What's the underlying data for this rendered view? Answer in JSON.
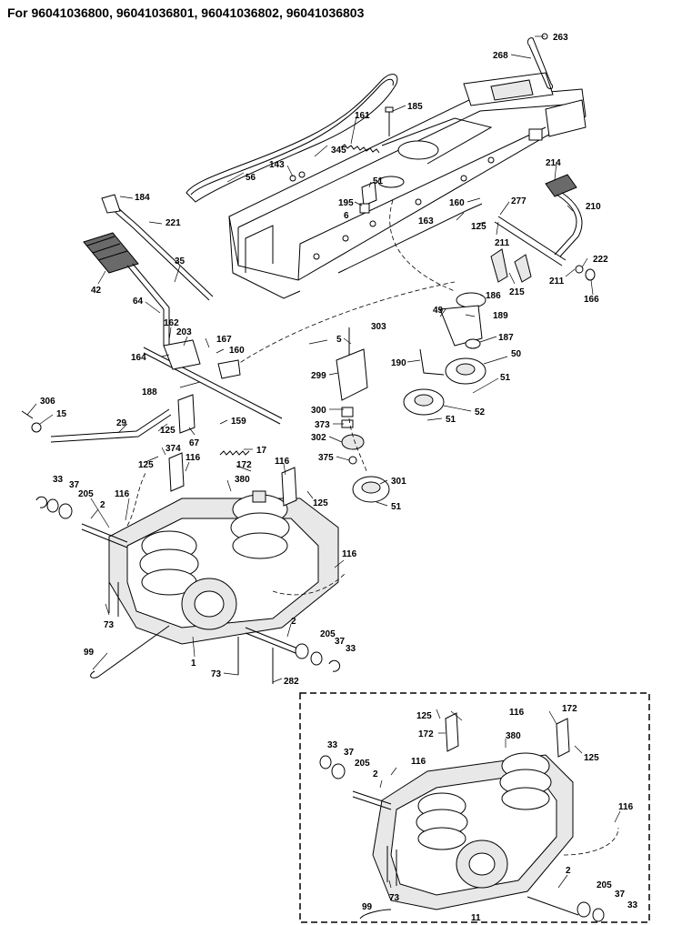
{
  "title": "For 96041036800, 96041036801, 96041036802, 96041036803",
  "callouts": {
    "c263": "263",
    "c268": "268",
    "c185": "185",
    "c161": "161",
    "c345": "345",
    "c143": "143",
    "c56": "56",
    "c51a": "51",
    "c195": "195",
    "c6": "6",
    "c214": "214",
    "c210": "210",
    "c160a": "160",
    "c277": "277",
    "c125a": "125",
    "c163": "163",
    "c211a": "211",
    "c222": "222",
    "c211b": "211",
    "c215": "215",
    "c166": "166",
    "c184": "184",
    "c221": "221",
    "c35": "35",
    "c42": "42",
    "c64": "64",
    "c162": "162",
    "c203": "203",
    "c167": "167",
    "c160b": "160",
    "c164": "164",
    "c188": "188",
    "c306": "306",
    "c15": "15",
    "c29": "29",
    "c125b": "125",
    "c67": "67",
    "c159": "159",
    "c17": "17",
    "c374": "374",
    "c125c": "125",
    "c116a": "116",
    "c116b": "116",
    "c125d": "125",
    "c172a": "172",
    "c380a": "380",
    "c33a": "33",
    "c37a": "37",
    "c205a": "205",
    "c2a": "2",
    "c116c": "116",
    "c116d": "116",
    "c73a": "73",
    "c99a": "99",
    "c1": "1",
    "c2b": "2",
    "c205b": "205",
    "c37b": "37",
    "c33b": "33",
    "c73b": "73",
    "c282": "282",
    "c303": "303",
    "c5": "5",
    "c299": "299",
    "c300": "300",
    "c373": "373",
    "c302": "302",
    "c375": "375",
    "c301": "301",
    "c51b": "51",
    "c49": "49",
    "c186": "186",
    "c189": "189",
    "c187": "187",
    "c50": "50",
    "c190": "190",
    "c51c": "51",
    "c52": "52",
    "c51d": "51",
    "i125a": "125",
    "i116a": "116",
    "i172a": "172",
    "i172b": "172",
    "i125b": "125",
    "i380": "380",
    "i33a": "33",
    "i37a": "37",
    "i205a": "205",
    "i2a": "2",
    "i116b": "116",
    "i116c": "116",
    "i73": "73",
    "i99": "99",
    "i11": "11",
    "i2b": "2",
    "i205b": "205",
    "i37b": "37",
    "i33b": "33"
  }
}
